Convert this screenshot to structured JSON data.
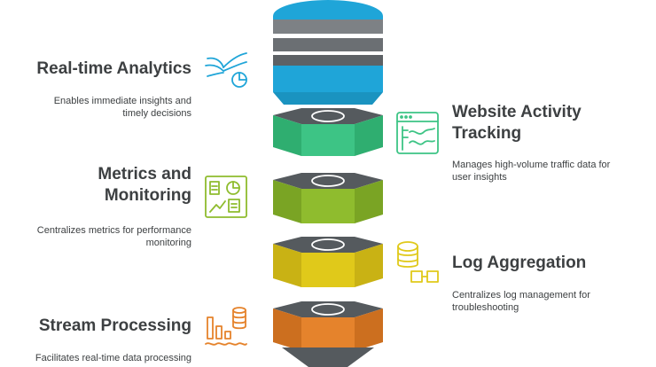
{
  "items": {
    "realtime_analytics": {
      "title": "Real-time Analytics",
      "desc": "Enables immediate insights and timely decisions",
      "icon": "analytics-pie-icon",
      "color": "#1fa5d8"
    },
    "website_activity": {
      "title": "Website Activity Tracking",
      "desc": "Manages high-volume traffic data for user insights",
      "icon": "browser-activity-icon",
      "color": "#3dc485"
    },
    "metrics_monitoring": {
      "title": "Metrics and Monitoring",
      "desc": "Centralizes metrics for performance monitoring",
      "icon": "dashboard-icon",
      "color": "#8fbc2e"
    },
    "log_aggregation": {
      "title": "Log Aggregation",
      "desc": "Centralizes log management for troubleshooting",
      "icon": "database-link-icon",
      "color": "#e0c91a"
    },
    "stream_processing": {
      "title": "Stream Processing",
      "desc": "Facilitates real-time data processing",
      "icon": "stream-bars-icon",
      "color": "#e5832c"
    }
  }
}
